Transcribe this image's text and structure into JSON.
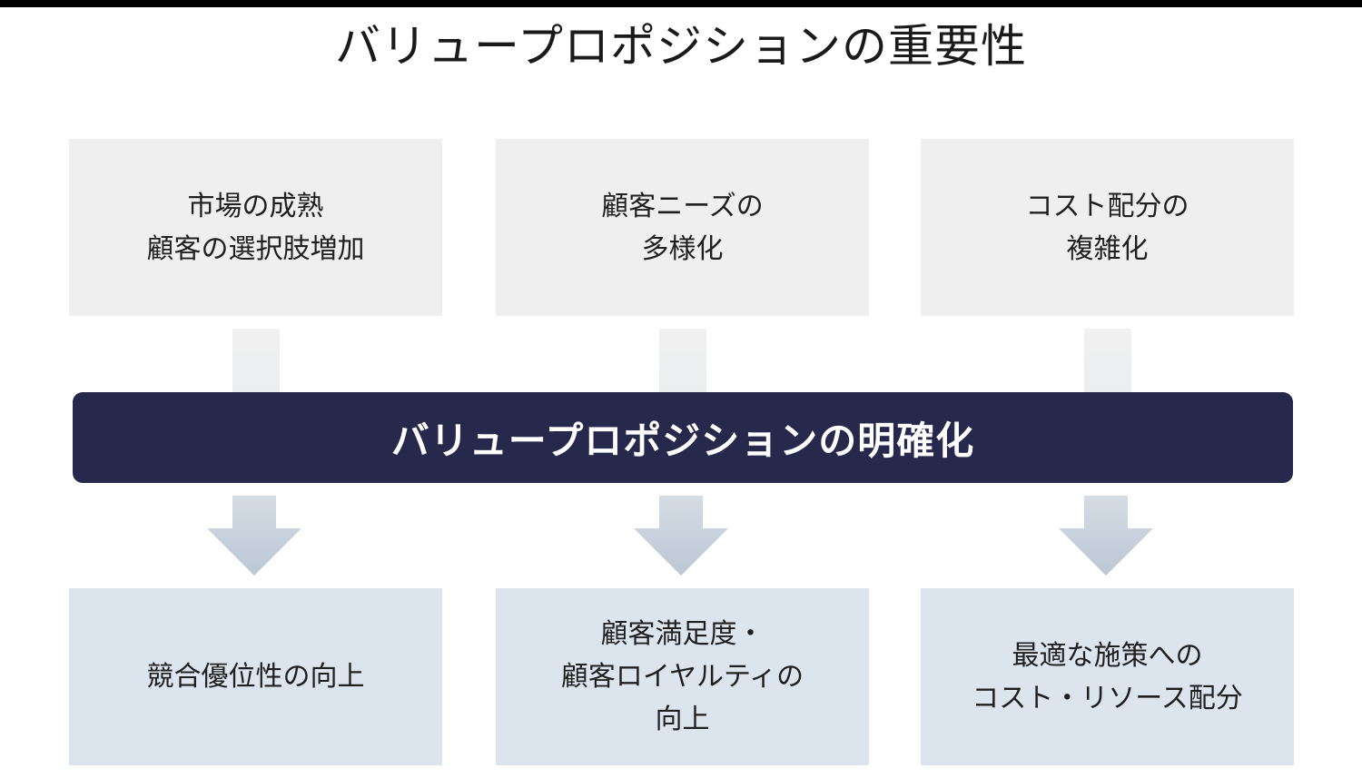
{
  "title": "バリュープロポジションの重要性",
  "colors": {
    "background": "#ffffff",
    "driver_box": "#efefef",
    "banner": "#26294c",
    "banner_text": "#ffffff",
    "outcome_box": "#dce4ee",
    "arrow": "#c3ceda",
    "body_text": "#1f1f1f",
    "top_strip": "#000000"
  },
  "drivers": [
    {
      "label": "市場の成熟\n顧客の選択肢増加"
    },
    {
      "label": "顧客ニーズの\n多様化"
    },
    {
      "label": "コスト配分の\n複雑化"
    }
  ],
  "banner": {
    "label": "バリュープロポジションの明確化"
  },
  "outcomes": [
    {
      "label": "競合優位性の向上"
    },
    {
      "label": "顧客満足度・\n顧客ロイヤルティの\n向上"
    },
    {
      "label": "最適な施策への\nコスト・リソース配分"
    }
  ],
  "connectors": [
    {
      "name": "connector-driver-1"
    },
    {
      "name": "connector-driver-2"
    },
    {
      "name": "connector-driver-3"
    }
  ],
  "arrows": [
    {
      "name": "down-arrow-1"
    },
    {
      "name": "down-arrow-2"
    },
    {
      "name": "down-arrow-3"
    }
  ]
}
